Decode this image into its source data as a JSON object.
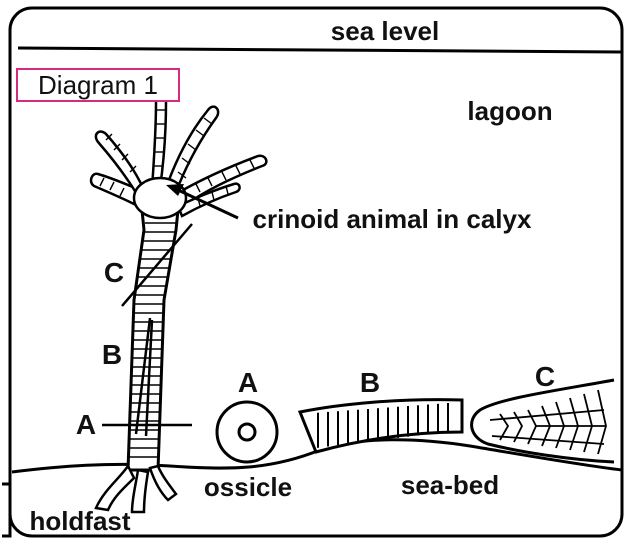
{
  "diagram": {
    "label": "Diagram 1",
    "labels": {
      "sea_level": "sea level",
      "lagoon": "lagoon",
      "crinoid": "crinoid animal in calyx",
      "stem_c": "C",
      "stem_b": "B",
      "stem_a": "A",
      "holdfast": "holdfast",
      "ossicle": "ossicle",
      "sea_bed": "sea-bed",
      "section_a": "A",
      "section_b": "B",
      "section_c": "C"
    }
  }
}
